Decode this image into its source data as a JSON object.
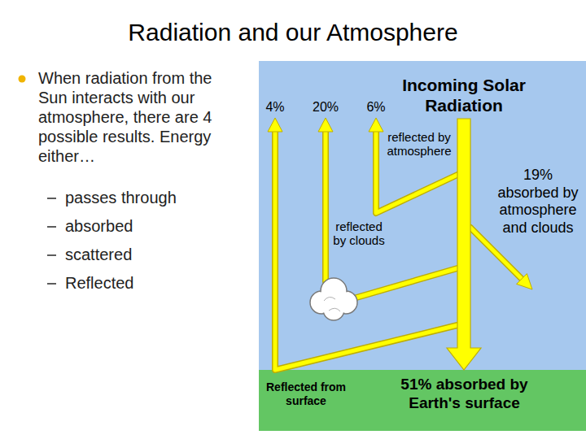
{
  "diagram": {
    "title": "Radiation and our Atmosphere",
    "nodes": [
      {
        "text": [
          "4%",
          "20%",
          "6%",
          "Incoming Solar Radiation",
          "reflected by atmosphere",
          "reflected by clouds",
          "19% absorbed by atmosphere and clouds"
        ]
      },
      {
        "text": [
          "Reflected from surface",
          "51% absorbed by Earth's surface"
        ],
        "in": 0
      }
    ],
    "labels": [
      "When radiation from the Sun interacts with our atmosphere, there are 4 possible results. Energy either…",
      "passes through",
      "absorbed",
      "scattered",
      "Reflected"
    ]
  }
}
